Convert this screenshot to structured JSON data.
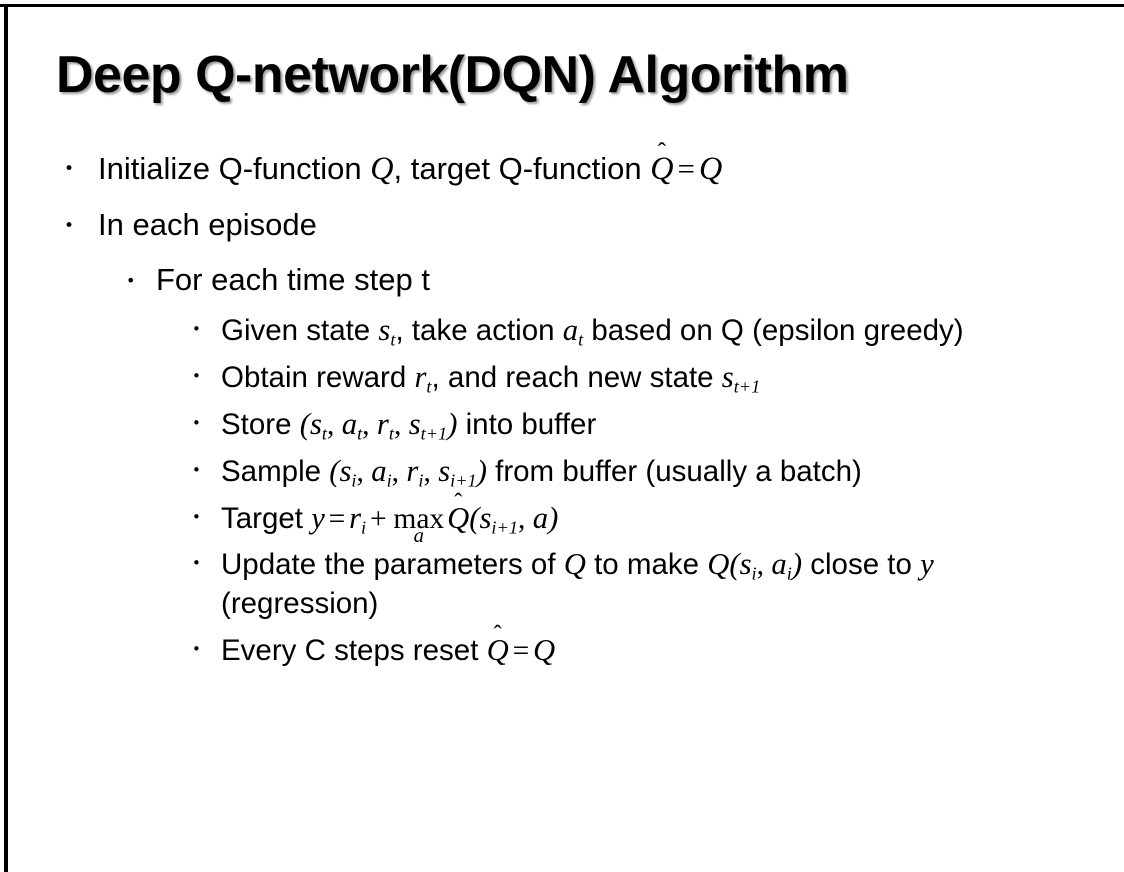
{
  "slide": {
    "title": "Deep Q-network(DQN) Algorithm",
    "background_color": "#ffffff",
    "text_color": "#000000",
    "frame_color": "#000000"
  },
  "bullets": {
    "b1": {
      "level": 1,
      "marker": "•",
      "pre": "Initialize Q-function ",
      "var1": "Q",
      "mid": ", target Q-function ",
      "qhat": "Q",
      "hat": "̂",
      "eq": "=",
      "var2": "Q"
    },
    "b2": {
      "level": 1,
      "marker": "•",
      "text": "In each episode"
    },
    "b3": {
      "level": 2,
      "marker": "•",
      "text": "For each time step t"
    },
    "b4": {
      "level": 3,
      "marker": "•",
      "pre": "Given state ",
      "s": "s",
      "s_sub": "t",
      "mid": ", take action ",
      "a": "a",
      "a_sub": "t",
      "post": " based on Q (epsilon greedy)"
    },
    "b5": {
      "level": 3,
      "marker": "•",
      "pre": "Obtain reward ",
      "r": "r",
      "r_sub": "t",
      "mid": ", and reach new state ",
      "s": "s",
      "s_sub": "t+1"
    },
    "b6": {
      "level": 3,
      "marker": "•",
      "pre": "Store ",
      "paren_open": "(",
      "s1": "s",
      "s1_sub": "t",
      "c1": ", ",
      "a1": "a",
      "a1_sub": "t",
      "c2": ", ",
      "r1": "r",
      "r1_sub": "t",
      "c3": ", ",
      "s2": "s",
      "s2_sub": "t+1",
      "paren_close": ")",
      "post": " into buffer"
    },
    "b7": {
      "level": 3,
      "marker": "•",
      "pre": "Sample ",
      "paren_open": "(",
      "s1": "s",
      "s1_sub": "i",
      "c1": ", ",
      "a1": "a",
      "a1_sub": "i",
      "c2": ", ",
      "r1": "r",
      "r1_sub": "i",
      "c3": ", ",
      "s2": "s",
      "s2_sub": "i+1",
      "paren_close": ")",
      "post": " from buffer (usually a batch)"
    },
    "b8": {
      "level": 3,
      "marker": "•",
      "pre": "Target ",
      "y": "y",
      "eq": "=",
      "r": "r",
      "r_sub": "i",
      "plus": "+",
      "max": "max",
      "max_under": "a",
      "qhat": "Q",
      "hat": "̂",
      "paren_open": "(",
      "s": "s",
      "s_sub": "i+1",
      "comma": ", ",
      "a": "a",
      "paren_close": ")"
    },
    "b9": {
      "level": 3,
      "marker": "•",
      "pre": "Update the parameters of ",
      "q1": "Q",
      "mid": " to make ",
      "q2": "Q",
      "paren_open": "(",
      "s": "s",
      "s_sub": "i",
      "comma": ", ",
      "a": "a",
      "a_sub": "i",
      "paren_close": ")",
      "post": " close to ",
      "y": "y",
      "tail": " (regression)"
    },
    "b10": {
      "level": 3,
      "marker": "•",
      "pre": "Every C steps reset ",
      "qhat": "Q",
      "hat": "̂",
      "eq": "=",
      "q": "Q"
    }
  }
}
